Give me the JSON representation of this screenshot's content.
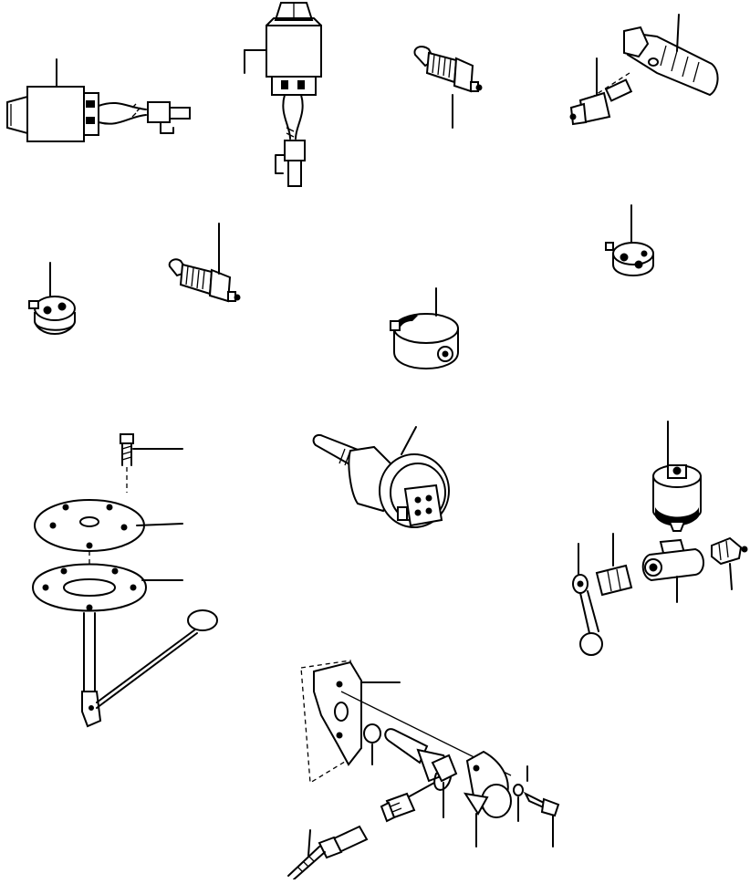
{
  "figure": {
    "background": "#ffffff",
    "ink": "#000000",
    "parts": [
      {
        "name": "relay-switch-with-harness"
      },
      {
        "name": "vertical-relay-switch-with-harness"
      },
      {
        "name": "temperature-sensor"
      },
      {
        "name": "sensor-with-adapter"
      },
      {
        "name": "pressure-switch-small"
      },
      {
        "name": "temperature-switch"
      },
      {
        "name": "pressure-switch-round"
      },
      {
        "name": "pressure-switch-cap"
      },
      {
        "name": "fuel-level-sender"
      },
      {
        "name": "pressure-sensor-with-connector"
      },
      {
        "name": "pressure-switch-assembly-with-tee"
      },
      {
        "name": "speed-sensor-bracket-assembly"
      }
    ]
  }
}
